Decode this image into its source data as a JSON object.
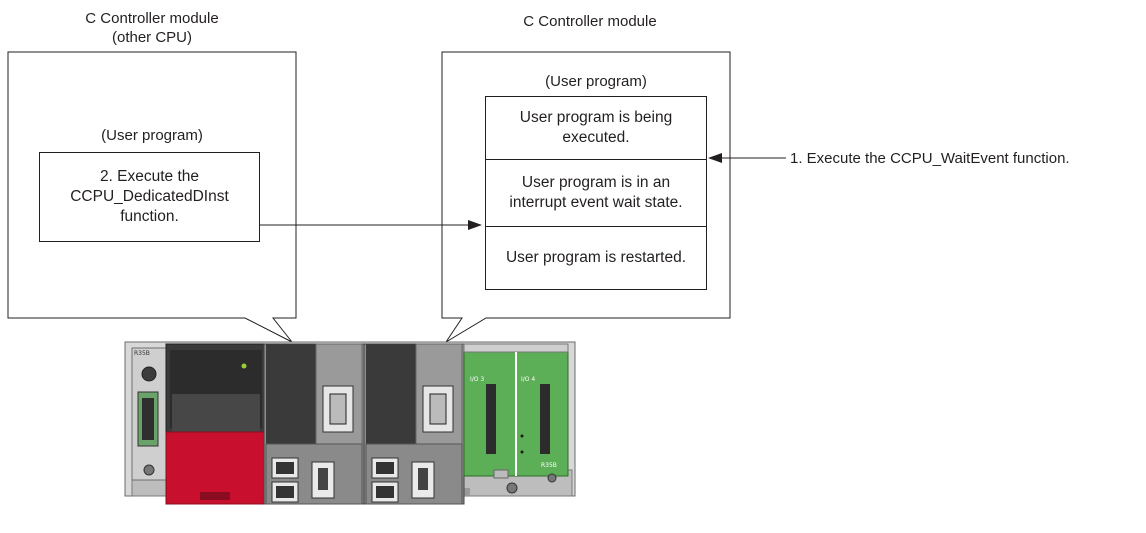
{
  "left_module": {
    "title_line1": "C Controller module",
    "title_line2": "(other CPU)",
    "heading": "(User program)",
    "step2_line1": "2. Execute the",
    "step2_line2": "CCPU_DedicatedDInst",
    "step2_line3": "function."
  },
  "right_module": {
    "title": "C Controller module",
    "heading": "(User program)",
    "state_executing_line1": "User program is being",
    "state_executing_line2": "executed.",
    "state_waiting_line1": "User program is in an",
    "state_waiting_line2": "interrupt event wait state.",
    "state_restarted": "User program is restarted."
  },
  "step1_label": "1. Execute the CCPU_WaitEvent function.",
  "hardware": {
    "power_label": "R35B",
    "slot3_label": "I/O 3",
    "slot4_label": "I/O 4",
    "base_label": "R35B",
    "red_module_color": "#c8102e",
    "dark_module_color": "#3a3a3a",
    "io_module_color": "#5cae57"
  }
}
